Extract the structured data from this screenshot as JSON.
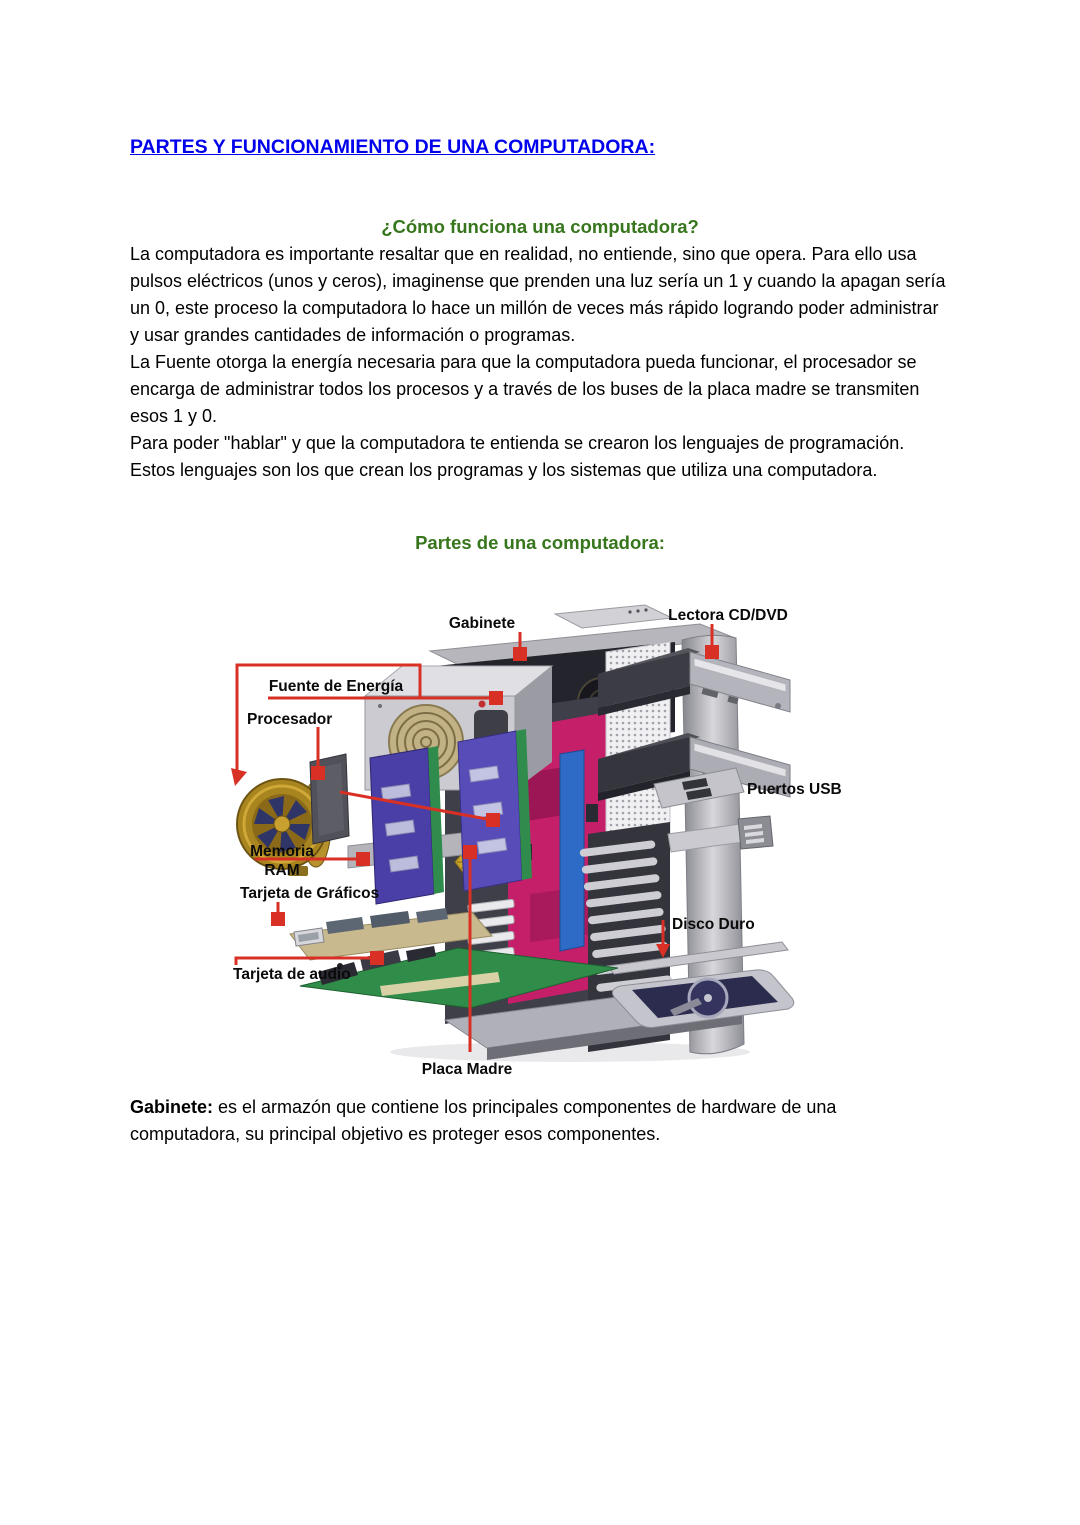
{
  "document": {
    "title": "PARTES Y FUNCIONAMIENTO DE UNA COMPUTADORA:",
    "section1_heading": "¿Cómo funciona una computadora?",
    "paragraph1": "La computadora es importante resaltar que en realidad, no entiende, sino que opera. Para ello usa pulsos eléctricos (unos y ceros), imaginense que prenden una luz sería un 1 y cuando la apagan sería un 0, este proceso la computadora lo hace un millón de veces más rápido logrando poder administrar y usar grandes cantidades de información o programas.",
    "paragraph2": "La Fuente otorga la energía necesaria para que la computadora pueda funcionar, el procesador se encarga de administrar todos los procesos y a través de los buses de la placa madre se transmiten esos 1 y 0.",
    "paragraph3": "Para poder \"hablar\" y que la computadora te entienda se crearon los lenguajes de programación. Estos lenguajes son los que crean los programas y los sistemas que utiliza una computadora.",
    "section2_heading": "Partes de una computadora:",
    "gabinete_term": "Gabinete:",
    "gabinete_definition": " es el armazón que contiene los principales componentes de hardware de una computadora, su principal objetivo es proteger esos componentes."
  },
  "diagram": {
    "labels": {
      "gabinete": "Gabinete",
      "lectora": "Lectora CD/DVD",
      "fuente": "Fuente de Energía",
      "procesador": "Procesador",
      "memoria_line1": "Memoria",
      "memoria_line2": "RAM",
      "tarjeta_graficos": "Tarjeta de Gráficos",
      "tarjeta_audio": "Tarjeta de audio",
      "puertos_usb": "Puertos USB",
      "disco_duro": "Disco Duro",
      "placa_madre": "Placa Madre"
    }
  },
  "colors": {
    "title_blue": "#0101EC",
    "heading_green": "#38761D",
    "leader_red": "#D93025",
    "motherboard_pink": "#C51F6A",
    "ram_purple": "#4A3FA6"
  }
}
